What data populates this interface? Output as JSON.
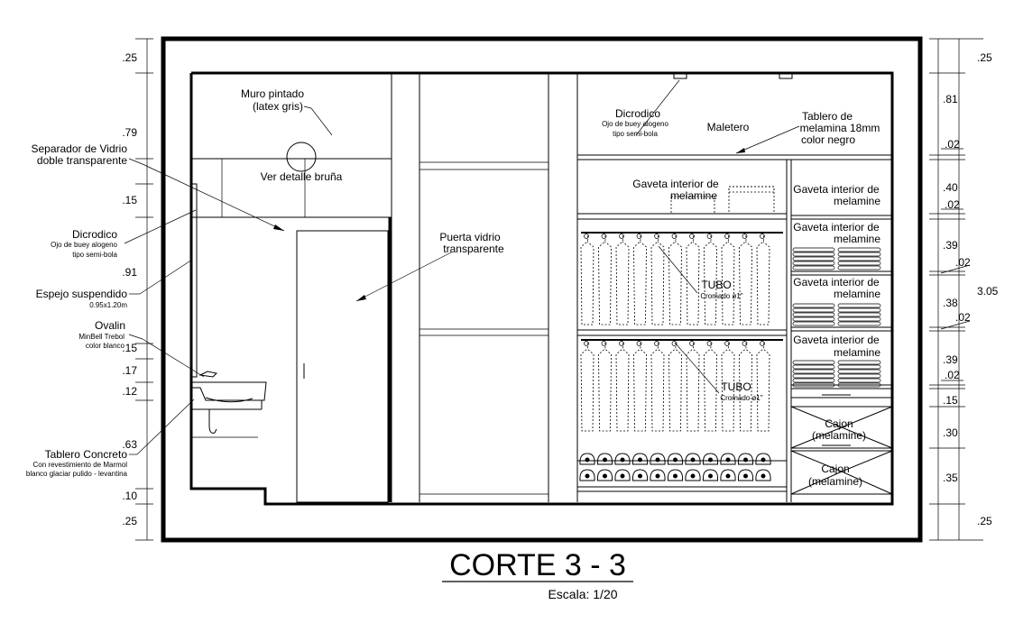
{
  "title": "CORTE  3 - 3",
  "scale": "Escala: 1/20",
  "left_dimensions": [
    ".25",
    ".79",
    ".15",
    ".91",
    ".15",
    ".17",
    ".12",
    ".63",
    ".10",
    ".25"
  ],
  "right_dimensions": [
    ".25",
    ".81",
    ".02",
    ".40",
    ".02",
    ".39",
    ".02",
    ".38",
    ".02",
    ".39",
    ".02",
    ".15",
    ".30",
    ".35",
    ".25"
  ],
  "total_height": "3.05",
  "left_labels": {
    "separador": [
      "Separador de Vidrio",
      "doble transparente"
    ],
    "dicrodico": {
      "title": "Dicrodico",
      "sub": [
        "Ojo de buey alogeno",
        "tipo semi-bola"
      ]
    },
    "espejo": {
      "title": "Espejo suspendido",
      "sub": [
        "0.95x1.20m"
      ]
    },
    "ovalin": {
      "title": "Ovalin",
      "sub": [
        "MinBell Trebol",
        "color blanco"
      ]
    },
    "tablero": {
      "title": "Tablero Concreto",
      "sub": [
        "Con revestimiento de Marmol",
        "blanco glaciar pulido - levantina"
      ]
    }
  },
  "interior_labels": {
    "muro": [
      "Muro pintado",
      "(latex gris)"
    ],
    "bruna": "Ver detalle bruña",
    "puerta": [
      "Puerta vidrio",
      "transparente"
    ],
    "dicrodico_title": "Dicrodico",
    "dicrodico_sub": [
      "Ojo de buey alogeno",
      "tipo semi-bola"
    ],
    "maletero": "Maletero",
    "tablero": [
      "Tablero de",
      "melamina 18mm",
      "color negro"
    ],
    "gaveta_center": [
      "Gaveta interior de",
      "melamine"
    ],
    "gaveta_right": [
      "Gaveta interior de",
      "melamine"
    ],
    "tubo": "TUBO",
    "tubo_sub": "Cromado ø1\"",
    "cajon": [
      "Cajon",
      "(melamine)"
    ]
  }
}
